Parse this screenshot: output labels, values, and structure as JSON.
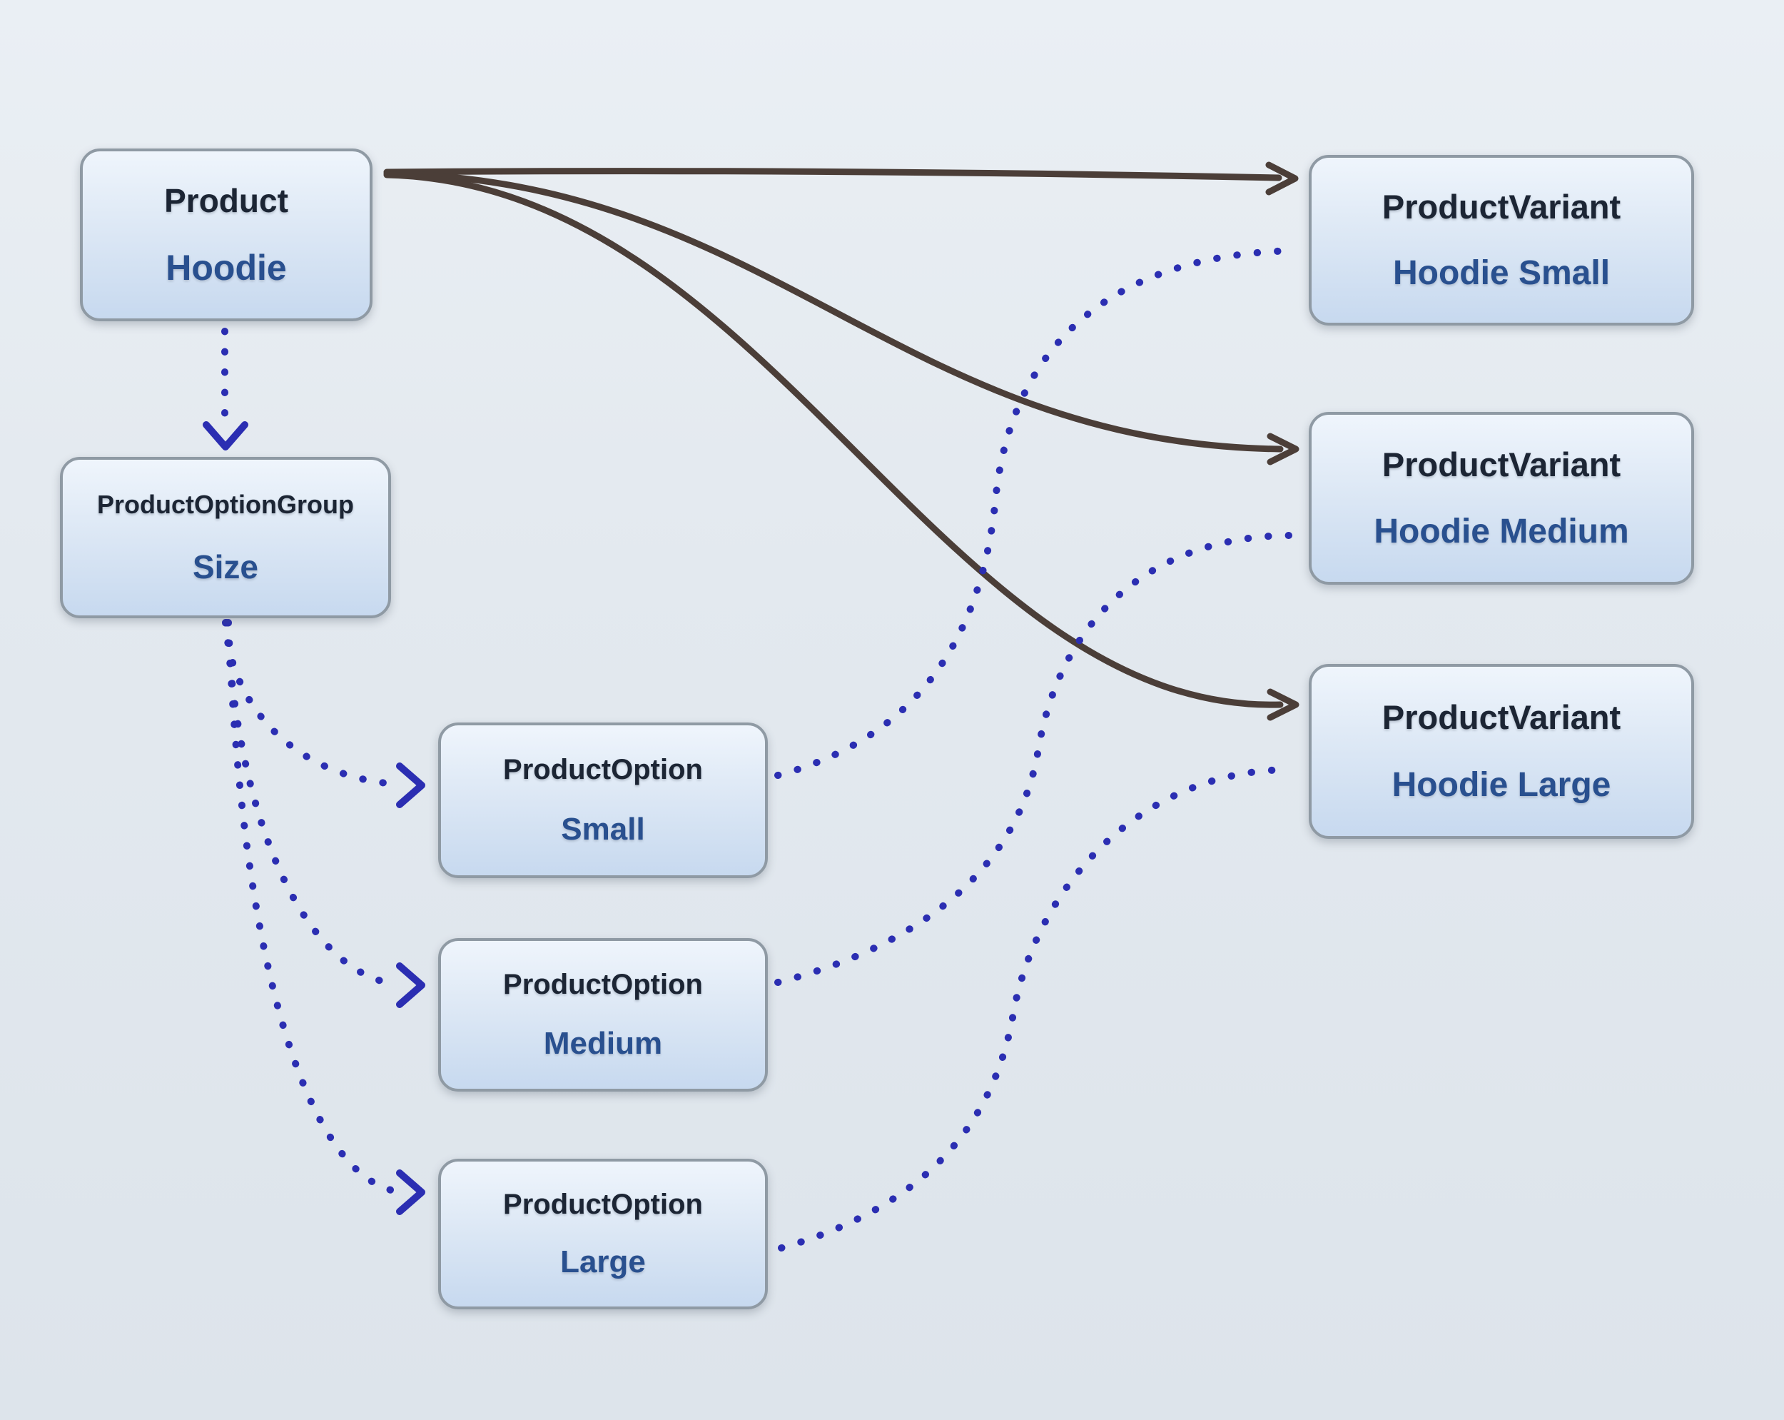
{
  "product": {
    "type": "Product",
    "name": "Hoodie"
  },
  "option_group": {
    "type": "ProductOptionGroup",
    "name": "Size"
  },
  "options": [
    {
      "type": "ProductOption",
      "name": "Small"
    },
    {
      "type": "ProductOption",
      "name": "Medium"
    },
    {
      "type": "ProductOption",
      "name": "Large"
    }
  ],
  "variants": [
    {
      "type": "ProductVariant",
      "name": "Hoodie Small"
    },
    {
      "type": "ProductVariant",
      "name": "Hoodie Medium"
    },
    {
      "type": "ProductVariant",
      "name": "Hoodie Large"
    }
  ],
  "edges": {
    "product_to_variants": {
      "style": "solid",
      "from": "Product (Hoodie)",
      "to": [
        "ProductVariant (Hoodie Small)",
        "ProductVariant (Hoodie Medium)",
        "ProductVariant (Hoodie Large)"
      ]
    },
    "product_to_option_group": {
      "style": "dotted",
      "from": "Product (Hoodie)",
      "to": "ProductOptionGroup (Size)"
    },
    "option_group_to_options": {
      "style": "dotted",
      "from": "ProductOptionGroup (Size)",
      "to": [
        "ProductOption (Small)",
        "ProductOption (Medium)",
        "ProductOption (Large)"
      ]
    },
    "options_to_variants": {
      "style": "dotted",
      "pairs": [
        [
          "ProductOption (Small)",
          "ProductVariant (Hoodie Small)"
        ],
        [
          "ProductOption (Medium)",
          "ProductVariant (Hoodie Medium)"
        ],
        [
          "ProductOption (Large)",
          "ProductVariant (Hoodie Large)"
        ]
      ]
    }
  },
  "colors": {
    "solid_edge": "#4b3e38",
    "dotted_edge": "#2b2eb2",
    "node_border": "#8f9aa4",
    "node_type_text": "#1c2534",
    "node_name_text": "#29508f",
    "node_fill_top": "#eff5fc",
    "node_fill_bottom": "#c7d9ef",
    "background_top": "#eaeff4",
    "background_bottom": "#dde4eb"
  }
}
